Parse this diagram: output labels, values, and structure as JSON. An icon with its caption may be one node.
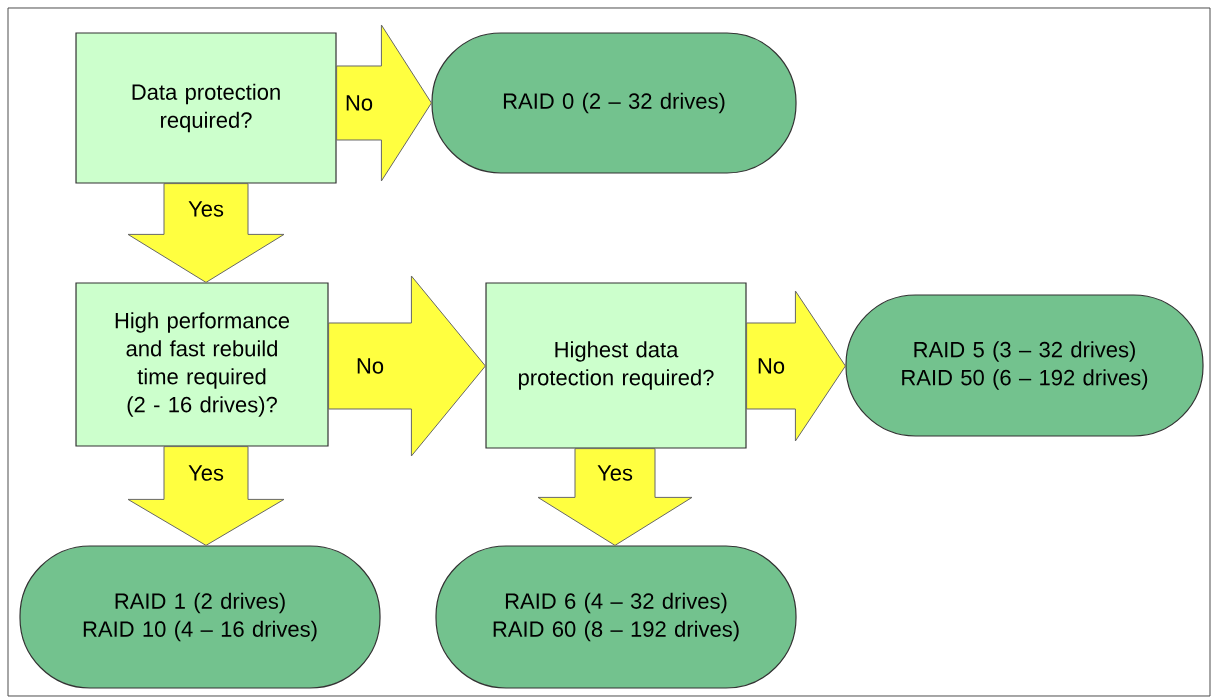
{
  "diagram": {
    "nodes": [
      {
        "text": [
          "Data protection required?"
        ]
      },
      {
        "text": [
          "RAID 0 (2 – 32 drives)"
        ]
      },
      {
        "text": [
          "High performance and fast rebuild time required (2 - 16 drives)?"
        ]
      },
      {
        "text": [
          "Highest data protection required?"
        ]
      },
      {
        "text": [
          "RAID 5 (3 – 32 drives)",
          "RAID 50 (6 – 192 drives)"
        ]
      },
      {
        "text": [
          "RAID 1 (2 drives)",
          "RAID 10 (4 – 16 drives)"
        ]
      },
      {
        "text": [
          "RAID 6 (4 – 32 drives)",
          "RAID 60 (8 – 192 drives)"
        ]
      }
    ],
    "edges": [
      {
        "from": 0,
        "to": 1,
        "arrow": "to",
        "label": "No"
      },
      {
        "from": 0,
        "to": 2,
        "arrow": "to",
        "label": "Yes"
      },
      {
        "from": 2,
        "to": 3,
        "arrow": "to",
        "label": "No"
      },
      {
        "from": 3,
        "to": 4,
        "arrow": "to",
        "label": "No"
      },
      {
        "from": 2,
        "to": 5,
        "arrow": "to",
        "label": "Yes"
      },
      {
        "from": 3,
        "to": 6,
        "arrow": "to",
        "label": "Yes"
      }
    ]
  }
}
